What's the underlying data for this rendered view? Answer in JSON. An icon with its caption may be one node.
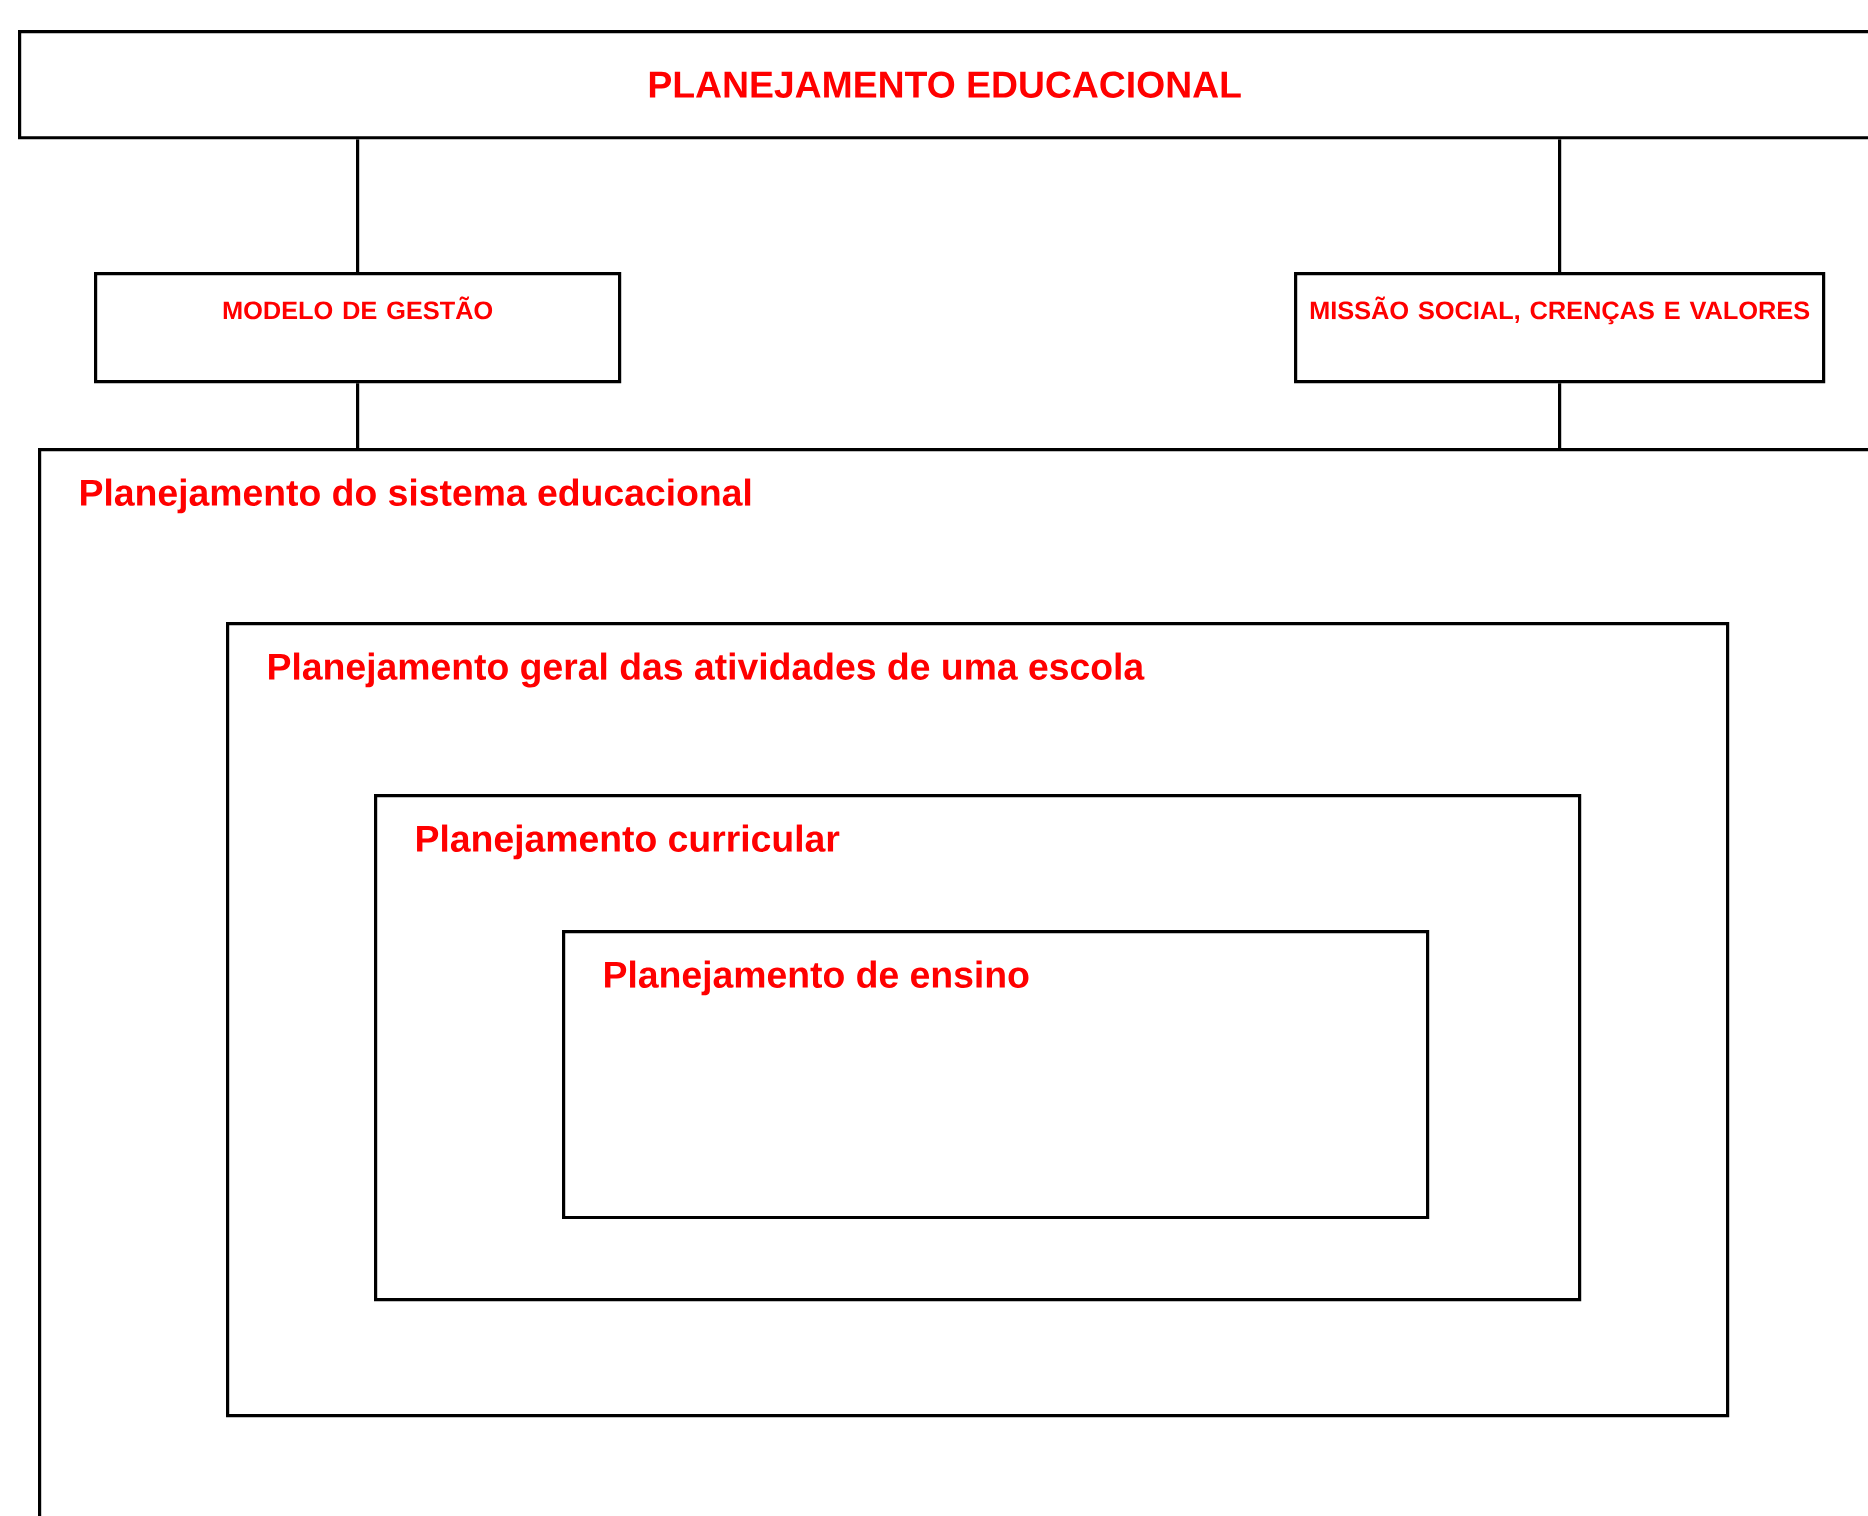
{
  "diagram": {
    "nodes": [
      {
        "text": [
          "PLANEJAMENTO EDUCACIONAL"
        ]
      },
      {
        "text": [
          "MODELO DE GESTÃO"
        ]
      },
      {
        "text": [
          "MISSÃO SOCIAL, CRENÇAS E VALORES"
        ]
      },
      {
        "text": [
          "Planejamento do sistema educacional"
        ]
      },
      {
        "text": [
          "Planejamento geral das atividades de uma escola"
        ],
        "in": 3
      },
      {
        "text": [
          "Planejamento curricular"
        ],
        "in": 4
      },
      {
        "text": [
          "Planejamento de ensino"
        ],
        "in": 5
      }
    ],
    "edges": [
      {
        "from": 0,
        "to": 1,
        "arrow": "none"
      },
      {
        "from": 0,
        "to": 2,
        "arrow": "none"
      },
      {
        "from": 1,
        "to": 3,
        "arrow": "none"
      },
      {
        "from": 2,
        "to": 3,
        "arrow": "none"
      }
    ]
  }
}
